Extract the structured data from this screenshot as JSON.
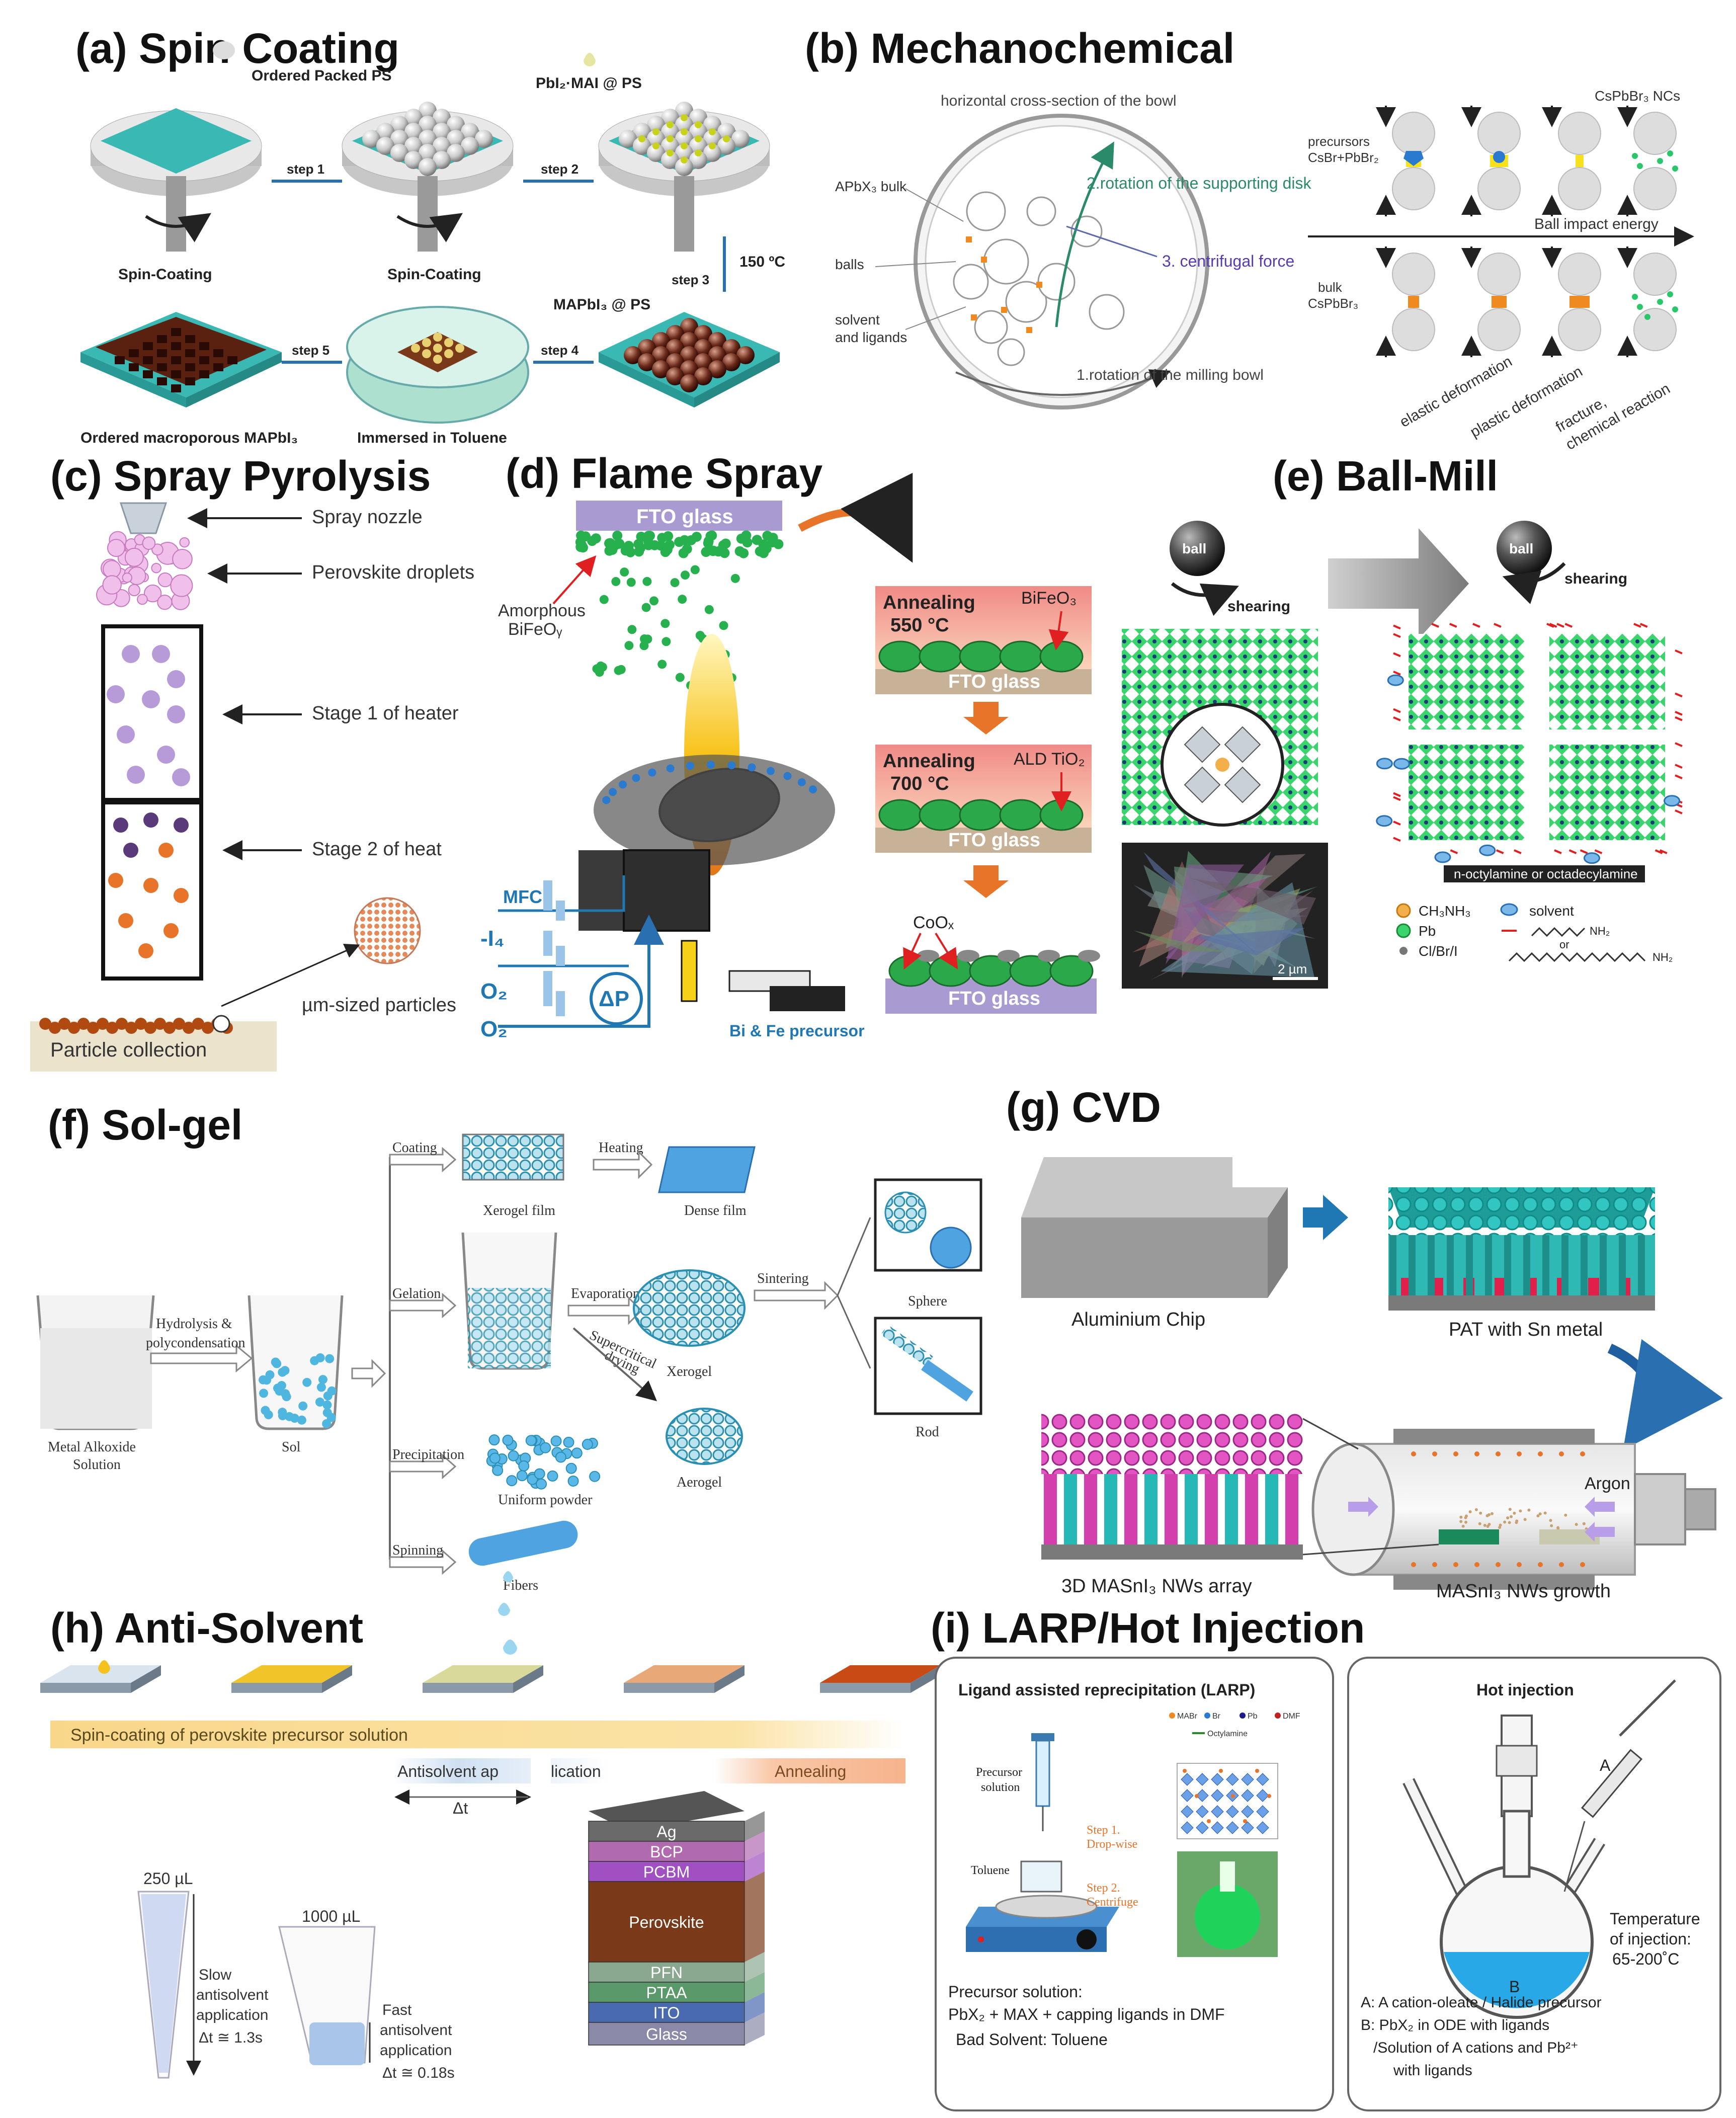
{
  "panels": {
    "a": {
      "title": "(a) Spin Coating",
      "ordered": "Ordered Packed PS",
      "pbi2": "PbI₂·MAI @ PS",
      "spin1": "Spin-Coating",
      "spin2": "Spin-Coating",
      "mapbi3": "MAPbI₃ @ PS",
      "temp": "150 ºC",
      "steps": [
        "step 1",
        "step 2",
        "step 3",
        "step 4",
        "step 5"
      ],
      "macro": "Ordered macroporous MAPbI₃",
      "toluene": "Immersed in Toluene"
    },
    "b": {
      "title": "(b) Mechanochemical",
      "cross": "horizontal cross-section of the bowl",
      "rot2": "2.rotation of the supporting disk",
      "centrifugal": "3. centrifugal force",
      "rot1": "1.rotation of the milling bowl",
      "bulk": "APbX₃ bulk",
      "balls": "balls",
      "solvent": "solvent",
      "ligands": "and ligands",
      "precursors1": "precursors",
      "precursors2": "CsBr+PbBr₂",
      "ncs": "CsPbBr₃ NCs",
      "impact": "Ball impact energy",
      "bulk2a": "bulk",
      "bulk2b": "CsPbBr₃",
      "elastic": "elastic deformation",
      "plastic": "plastic deformation",
      "fracture1": "fracture,",
      "fracture2": "chemical reaction"
    },
    "c": {
      "title": "(c) Spray Pyrolysis",
      "nozzle": "Spray nozzle",
      "droplets": "Perovskite droplets",
      "stage1": "Stage 1 of heater",
      "stage2": "Stage 2 of heat",
      "particles": "µm-sized particles",
      "collection": "Particle collection"
    },
    "d": {
      "title": "(d) Flame Spray",
      "fto": "FTO glass",
      "amorphous1": "Amorphous",
      "amorphous2": "BiFeOᵧ",
      "mfc": "MFC",
      "h4": "-I₄",
      "o2a": "O₂",
      "o2b": "O₂",
      "dp": "ΔP",
      "precursor": "Bi & Fe precursor",
      "ann1a": "Annealing",
      "ann1b": "550 °C",
      "bifeo3": "BiFeO₃",
      "ann2a": "Annealing",
      "ann2b": "700 °C",
      "ald": "ALD TiO₂",
      "coox": "CoOₓ",
      "fto1": "FTO glass",
      "fto2": "FTO glass",
      "fto3": "FTO glass"
    },
    "e": {
      "title": "(e) Ball-Mill",
      "ball1": "ball",
      "ball2": "ball",
      "shear1": "shearing",
      "shear2": "shearing",
      "scale": "2 µm",
      "ligand": "n-octylamine or octadecylamine",
      "leg_ch": "CH₃NH₃",
      "leg_pb": "Pb",
      "leg_cl": "Cl/Br/I",
      "leg_solvent": "solvent",
      "leg_or": "or",
      "leg_nh": "NH₂"
    },
    "f": {
      "title": "(f) Sol-gel",
      "metal1": "Metal Alkoxide",
      "metal2": "Solution",
      "hydro1": "Hydrolysis &",
      "hydro2": "polycondensation",
      "sol": "Sol",
      "coating": "Coating",
      "heating": "Heating",
      "xerofilm": "Xerogel film",
      "dense": "Dense film",
      "gelation": "Gelation",
      "evap": "Evaporation",
      "sinter": "Sintering",
      "xerogel": "Xerogel",
      "super1": "Supercritical",
      "super2": "drying",
      "sphere": "Sphere",
      "rod": "Rod",
      "precip": "Precipitation",
      "uniform": "Uniform powder",
      "aerogel": "Aerogel",
      "spinning": "Spinning",
      "fibers": "Fibers"
    },
    "g": {
      "title": "(g) CVD",
      "chip": "Aluminium Chip",
      "pat": "PAT with Sn metal",
      "argon": "Argon",
      "array": "3D MASnI₃ NWs array",
      "growth": "MASnI₃ NWs growth"
    },
    "h": {
      "title": "(h) Anti-Solvent",
      "spin": "Spin-coating of perovskite precursor solution",
      "anti_a": "Antisolvent ap",
      "anti_b": "lication",
      "annealing": "Annealing",
      "dt": "Δt",
      "v250": "250 µL",
      "v1000": "1000 µL",
      "slow": [
        "Slow",
        "antisolvent",
        "application",
        "Δt ≅ 1.3s"
      ],
      "fast": [
        "Fast",
        "antisolvent",
        "application",
        "Δt ≅ 0.18s"
      ],
      "layers": [
        "Ag",
        "BCP",
        "PCBM",
        "Perovskite",
        "PFN",
        "PTAA",
        "ITO",
        "Glass"
      ]
    },
    "i": {
      "title": "(i) LARP/Hot Injection",
      "larp_title": "Ligand assisted reprecipitation (LARP)",
      "prec1": "Precursor",
      "prec2": "solution",
      "step1a": "Step 1.",
      "step1b": "Drop-wise",
      "toluene": "Toluene",
      "step2a": "Step 2.",
      "step2b": "Centrifuge",
      "legend": [
        "MABr",
        "Br",
        "Pb",
        "DMF"
      ],
      "legend2": "Octylamine",
      "ps1": "Precursor solution:",
      "ps2": "PbX₂ + MAX + capping ligands in DMF",
      "ps3": "Bad Solvent: Toluene",
      "hot_title": "Hot injection",
      "a": "A",
      "b": "B",
      "temp1": "Temperature",
      "temp2": "of injection:",
      "temp3": "65-200˚C",
      "hA": "A: A cation-oleate / Halide precursor",
      "hB1": "B: PbX₂ in ODE with ligands",
      "hB2": "/Solution of A cations and Pb²⁺",
      "hB3": "with ligands"
    }
  },
  "colors": {
    "teal": "#2ec4c0",
    "green": "#27b04e",
    "orange": "#e8742a",
    "blue": "#1f77b4",
    "fto": "#a99bd1",
    "ann": "#f4a98e"
  }
}
